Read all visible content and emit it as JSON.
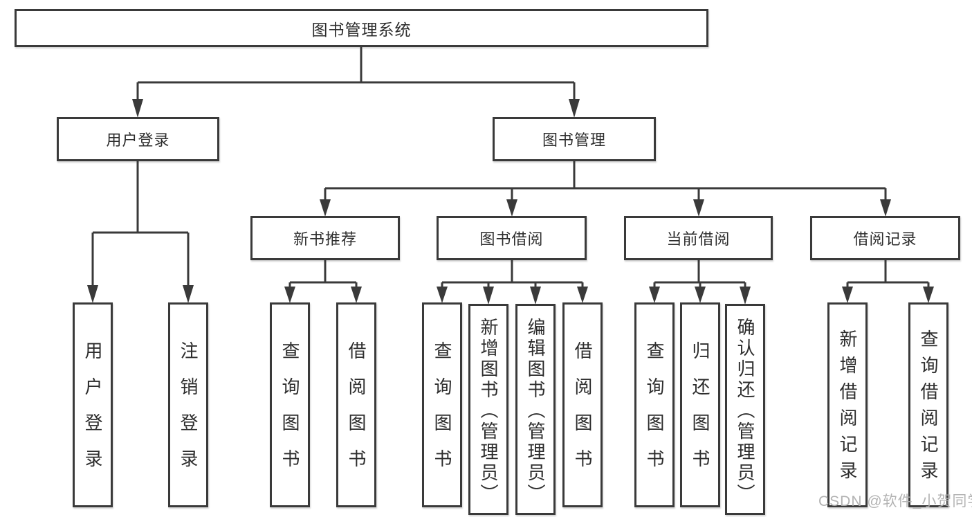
{
  "diagram": {
    "title_node": {
      "label": "图书管理系统"
    },
    "branches": [
      {
        "label": "用户登录",
        "children": [
          {
            "label": "用户登录"
          },
          {
            "label": "注销登录"
          }
        ]
      },
      {
        "label": "图书管理",
        "children": [
          {
            "label": "新书推荐",
            "children": [
              {
                "label": "查询图书"
              },
              {
                "label": "借阅图书"
              }
            ]
          },
          {
            "label": "图书借阅",
            "children": [
              {
                "label": "查询图书"
              },
              {
                "label": "新增图书（管理员）"
              },
              {
                "label": "编辑图书（管理员）"
              },
              {
                "label": "借阅图书"
              }
            ]
          },
          {
            "label": "当前借阅",
            "children": [
              {
                "label": "查询图书"
              },
              {
                "label": "归还图书"
              },
              {
                "label": "确认归还（管理员）"
              }
            ]
          },
          {
            "label": "借阅记录",
            "children": [
              {
                "label": "新增借阅记录"
              },
              {
                "label": "查询借阅记录"
              }
            ]
          }
        ]
      }
    ],
    "watermark": "CSDN @软件_小贺同学",
    "colors": {
      "line": "#3a3a3a",
      "box_border": "#3a3a3a",
      "text": "#2d2d2d",
      "background": "#ffffff",
      "watermark": "#afafaf"
    }
  }
}
